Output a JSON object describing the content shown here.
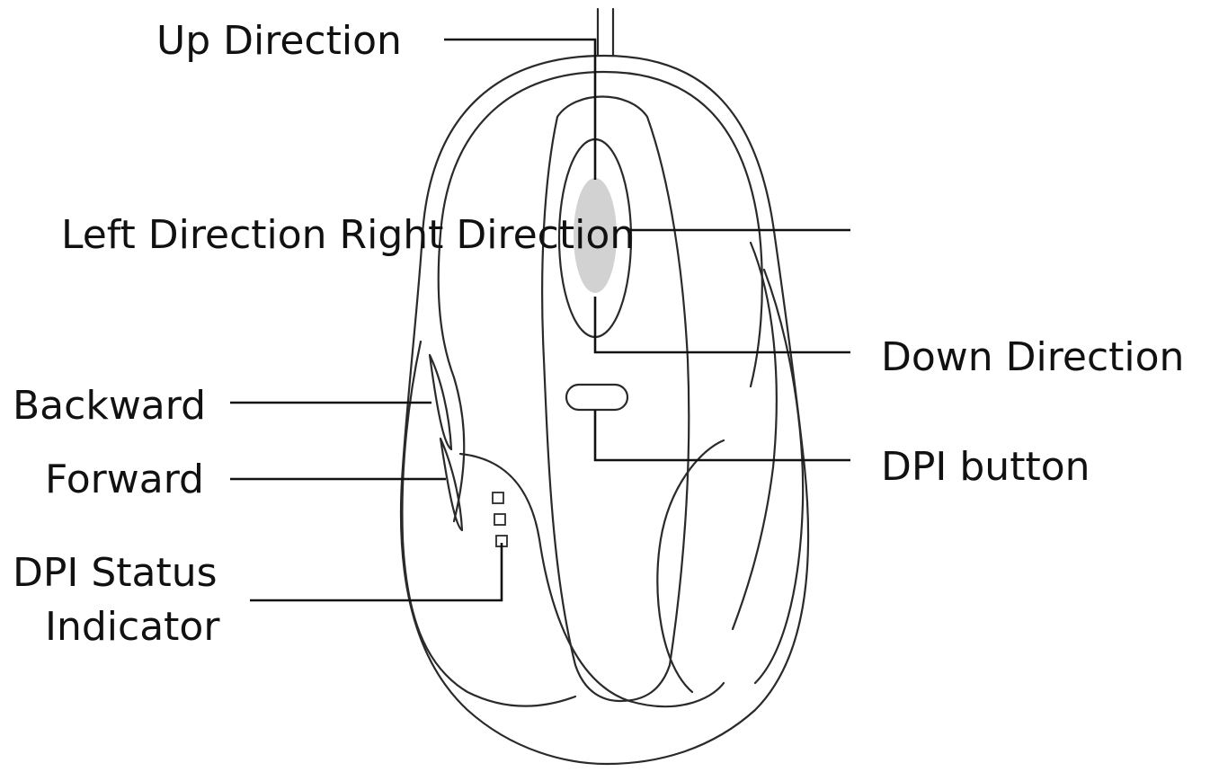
{
  "callouts": {
    "up_direction": "Up Direction",
    "left_right_direction": "Left Direction Right Direction",
    "down_direction": "Down Direction",
    "backward": "Backward",
    "forward": "Forward",
    "dpi_button": "DPI button",
    "dpi_status_indicator_line1": "DPI Status",
    "dpi_status_indicator_line2": "Indicator"
  },
  "colors": {
    "outline": "#2a2a2a",
    "scroll_wheel": "#d2d2d2",
    "text": "#111111",
    "background": "#ffffff"
  }
}
